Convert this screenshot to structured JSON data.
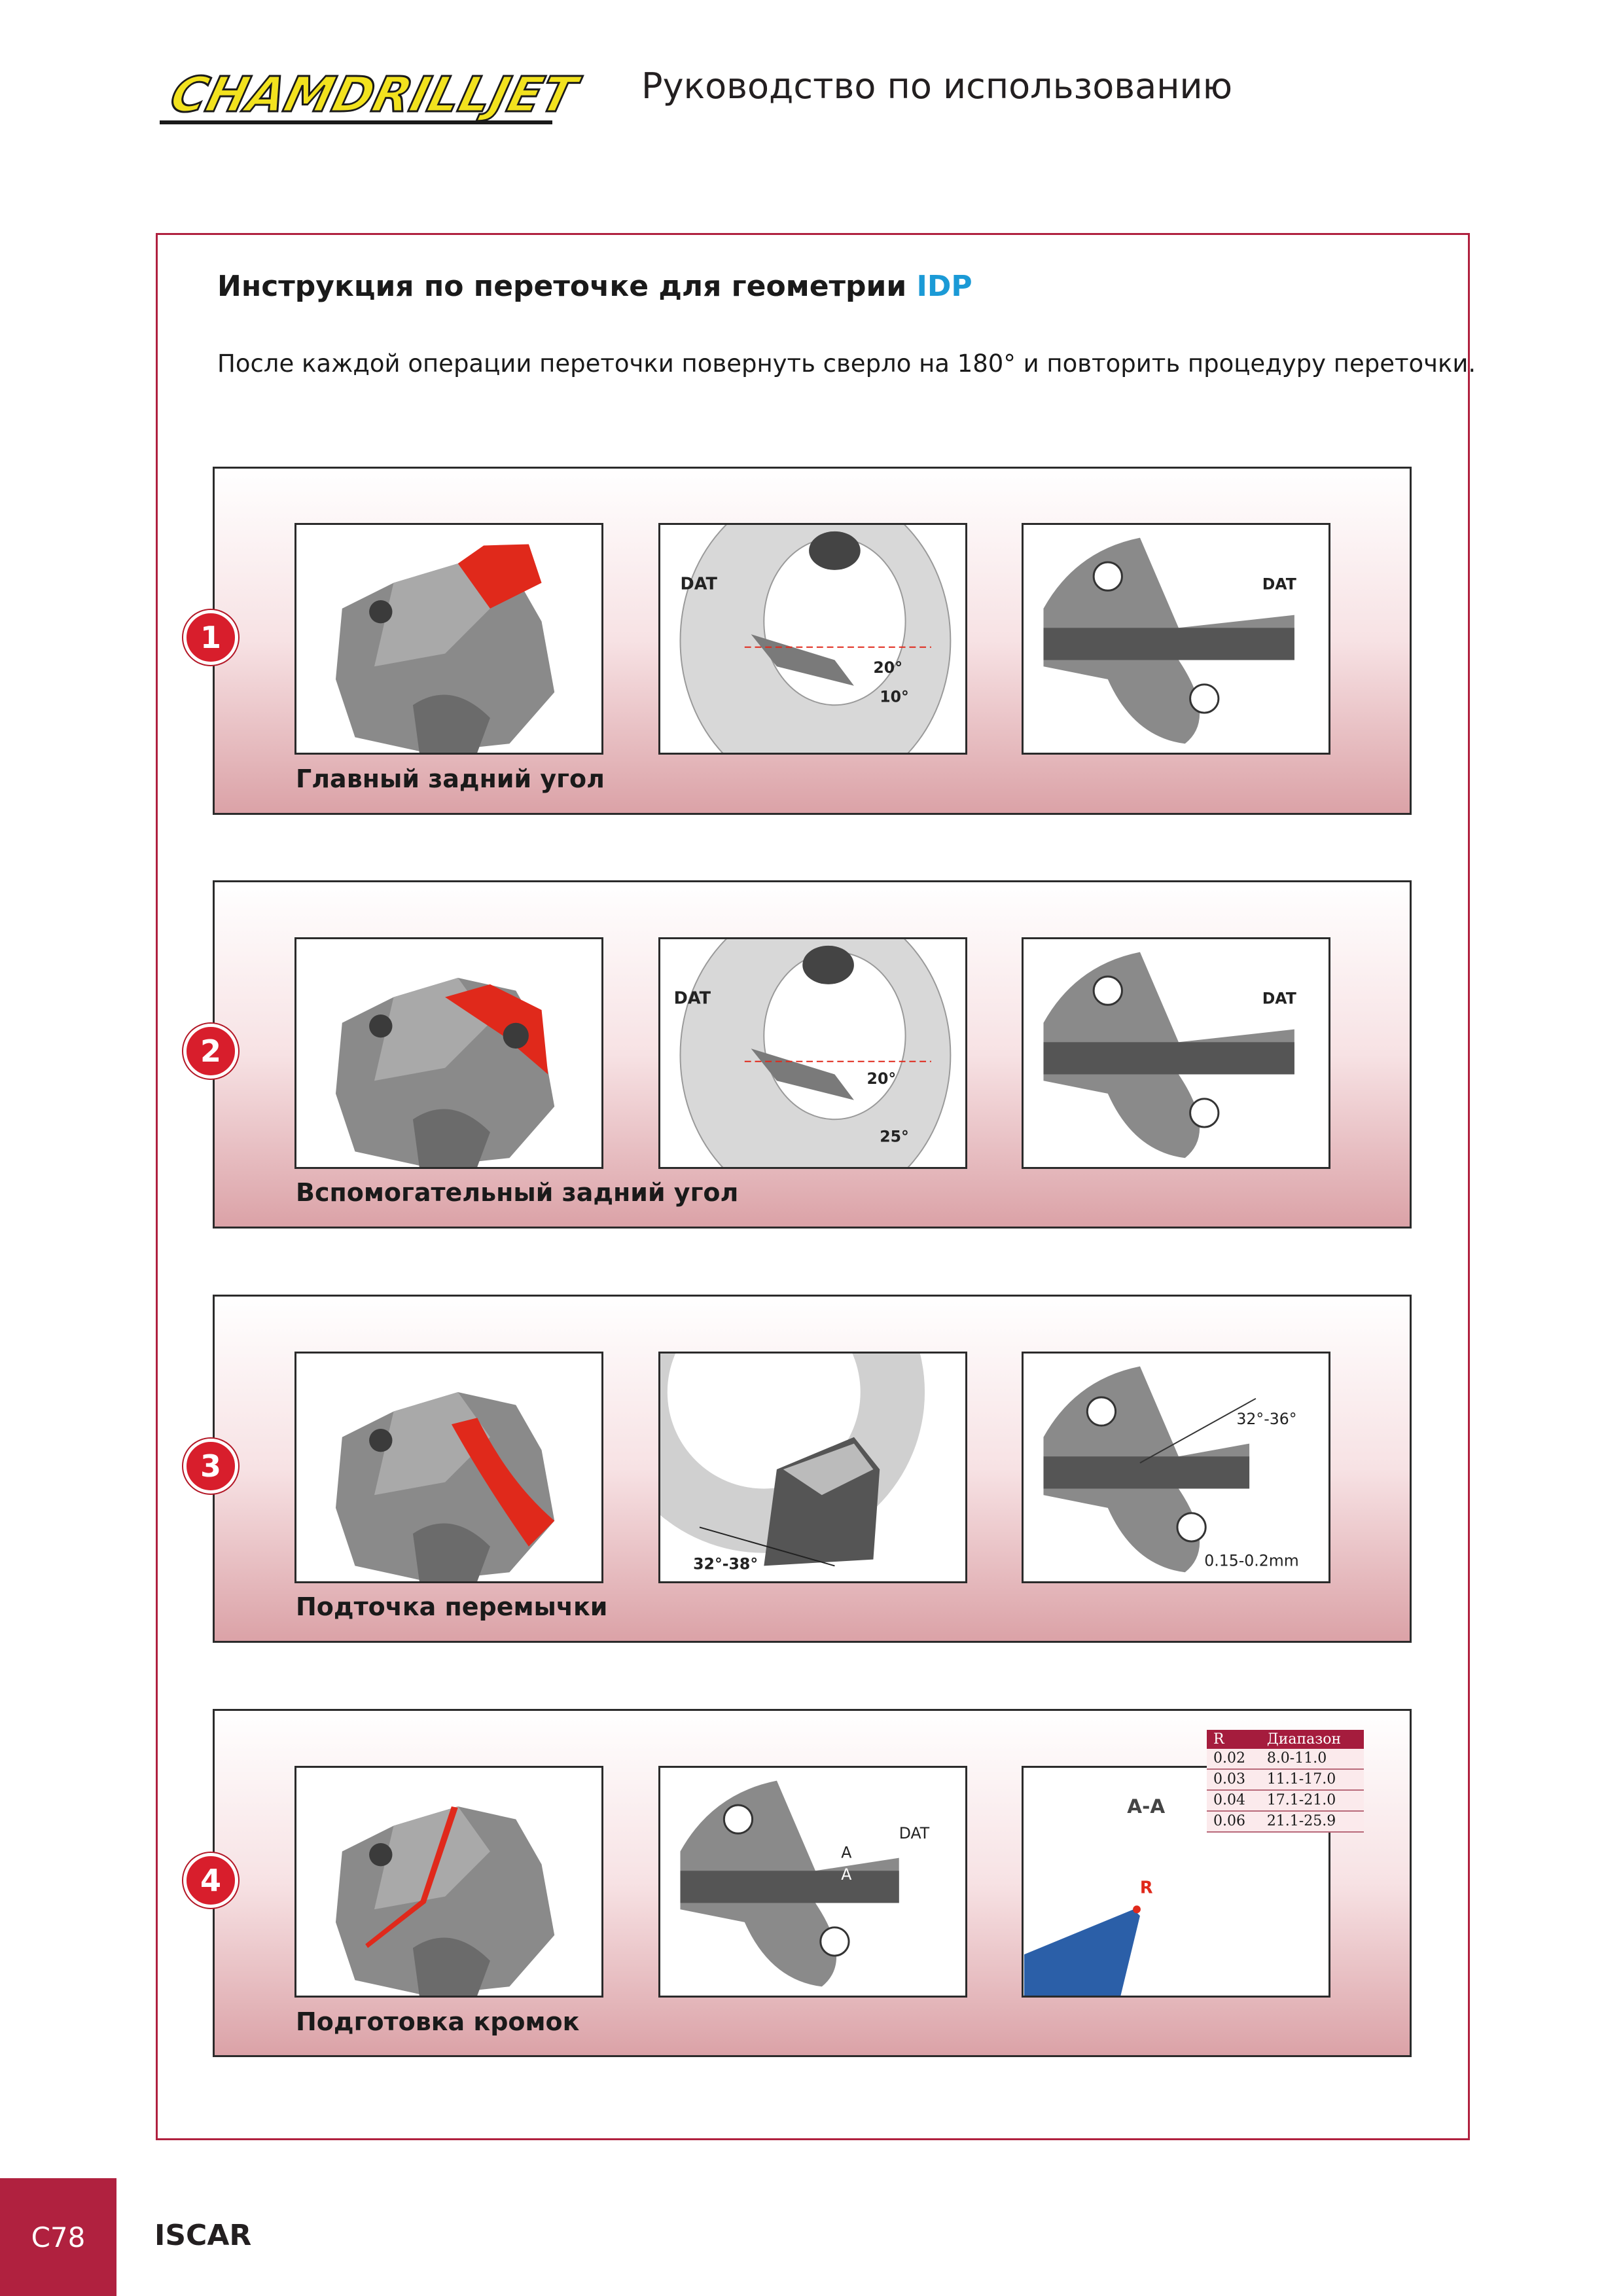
{
  "header": {
    "logo_text": "CHAMDRILLJET",
    "title": "Руководство по использованию"
  },
  "section": {
    "title_prefix": "Инструкция по переточке для геометрии ",
    "title_highlight": "IDP",
    "intro": "После каждой операции переточки повернуть сверло на 180° и повторить процедуру переточки."
  },
  "steps": [
    {
      "number": "1",
      "caption": "Главный задний угол",
      "labels": {
        "dat": "DAT",
        "angle_a": "20°",
        "angle_b": "10°",
        "dat2": "DAT"
      }
    },
    {
      "number": "2",
      "caption": "Вспомогательный задний угол",
      "labels": {
        "dat": "DAT",
        "angle_a": "20°",
        "angle_b": "25°",
        "dat2": "DAT"
      }
    },
    {
      "number": "3",
      "caption": "Подточка перемычки",
      "labels": {
        "angle": "32°-38°",
        "angle2": "32°-36°",
        "dim": "0.15-0.2mm"
      }
    },
    {
      "number": "4",
      "caption": "Подготовка кромок",
      "labels": {
        "section_a1": "A",
        "section_a2": "A",
        "dat": "DAT",
        "section_view": "A-A",
        "r": "R"
      }
    }
  ],
  "r_table": {
    "headers": [
      "R",
      "Диапазон"
    ],
    "rows": [
      [
        "0.02",
        "8.0-11.0"
      ],
      [
        "0.03",
        "11.1-17.0"
      ],
      [
        "0.04",
        "17.1-21.0"
      ],
      [
        "0.06",
        "21.1-25.9"
      ]
    ]
  },
  "footer": {
    "page": "C78",
    "brand": "ISCAR"
  },
  "colors": {
    "accent": "#b0213f",
    "highlight": "#1b9ad6",
    "badge": "#d81e2c",
    "marking": "#e0291b"
  }
}
